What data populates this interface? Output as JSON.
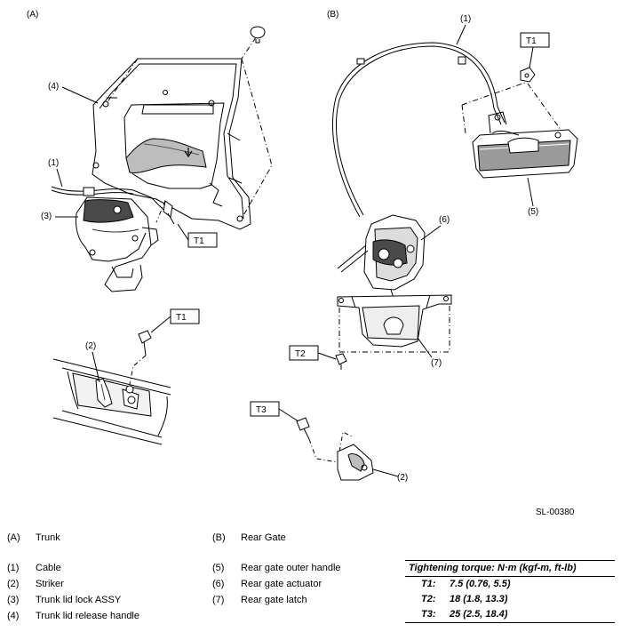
{
  "views": {
    "a": {
      "id": "(A)",
      "name": "Trunk"
    },
    "b": {
      "id": "(B)",
      "name": "Rear Gate"
    }
  },
  "callouts": {
    "n1": "(1)",
    "n2": "(2)",
    "n3": "(3)",
    "n4": "(4)",
    "n5": "(5)",
    "n6": "(6)",
    "n7": "(7)"
  },
  "torque_tags": {
    "t1": "T1",
    "t2": "T2",
    "t3": "T3"
  },
  "figure_id": "SL-00380",
  "legend": {
    "left": [
      {
        "num": "(1)",
        "text": "Cable"
      },
      {
        "num": "(2)",
        "text": "Striker"
      },
      {
        "num": "(3)",
        "text": "Trunk lid lock ASSY"
      },
      {
        "num": "(4)",
        "text": "Trunk lid release handle"
      }
    ],
    "middle": [
      {
        "num": "(5)",
        "text": "Rear gate outer handle"
      },
      {
        "num": "(6)",
        "text": "Rear gate actuator"
      },
      {
        "num": "(7)",
        "text": "Rear gate latch"
      }
    ]
  },
  "torque_table": {
    "title": "Tightening torque: N·m (kgf-m, ft-lb)",
    "rows": [
      {
        "code": "T1:",
        "value": "7.5 (0.76, 5.5)"
      },
      {
        "code": "T2:",
        "value": "18 (1.8, 13.3)"
      },
      {
        "code": "T3:",
        "value": "25 (2.5, 18.4)"
      }
    ]
  }
}
